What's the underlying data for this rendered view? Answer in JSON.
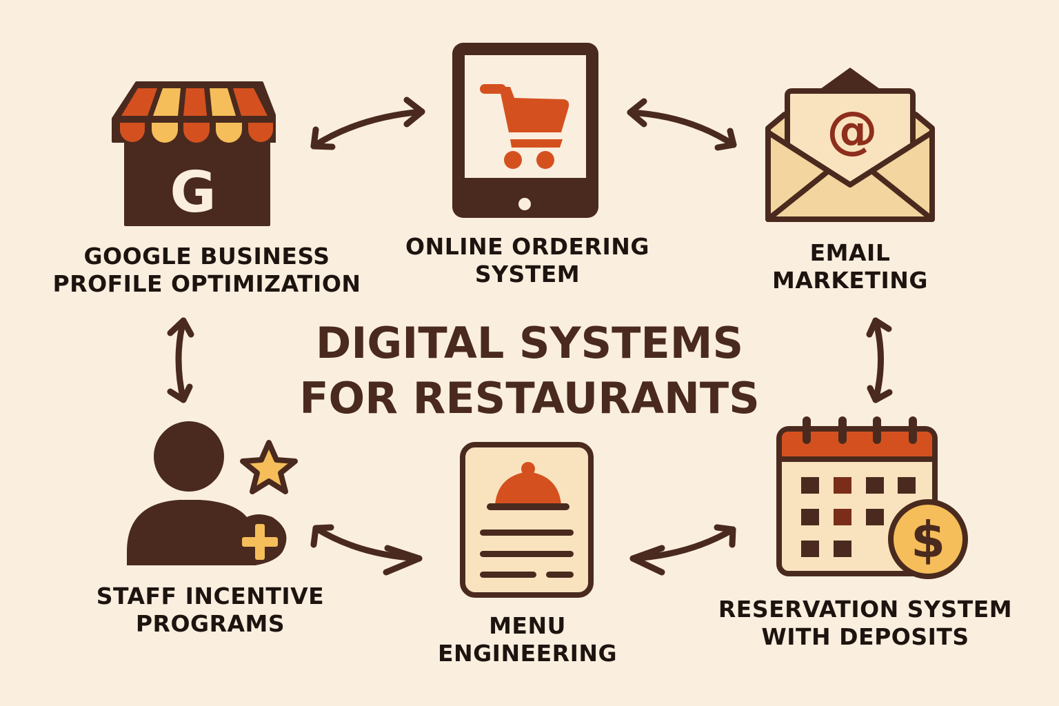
{
  "title": {
    "line1": "DIGITAL SYSTEMS",
    "line2": "FOR RESTAURANTS"
  },
  "colors": {
    "background": "#FAEEDF",
    "dark_brown": "#4A2A1E",
    "orange": "#D4511F",
    "yellow": "#F5BE5A",
    "cream": "#F9E3BF",
    "text": "#1E140F"
  },
  "nodes": [
    {
      "id": "google-business",
      "icon": "storefront-g-icon",
      "glyph": "G",
      "line1": "GOOGLE BUSINESS",
      "line2": "PROFILE OPTIMIZATION"
    },
    {
      "id": "online-ordering",
      "icon": "tablet-cart-icon",
      "line1": "ONLINE ORDERING",
      "line2": "SYSTEM"
    },
    {
      "id": "email-marketing",
      "icon": "envelope-at-icon",
      "glyph": "@",
      "line1": "EMAIL",
      "line2": "MARKETING"
    },
    {
      "id": "staff-incentive",
      "icon": "person-star-plus-icon",
      "line1": "STAFF INCENTIVE",
      "line2": "PROGRAMS"
    },
    {
      "id": "menu-engineering",
      "icon": "menu-cloche-icon",
      "line1": "MENU",
      "line2": "ENGINEERING"
    },
    {
      "id": "reservation-system",
      "icon": "calendar-coin-icon",
      "glyph": "$",
      "line1": "RESERVATION SYSTEM",
      "line2": "WITH DEPOSITS"
    }
  ],
  "connections": [
    {
      "from": "google-business",
      "to": "online-ordering",
      "type": "bidirectional"
    },
    {
      "from": "online-ordering",
      "to": "email-marketing",
      "type": "bidirectional"
    },
    {
      "from": "email-marketing",
      "to": "reservation-system",
      "type": "bidirectional"
    },
    {
      "from": "reservation-system",
      "to": "menu-engineering",
      "type": "bidirectional"
    },
    {
      "from": "menu-engineering",
      "to": "staff-incentive",
      "type": "bidirectional"
    },
    {
      "from": "staff-incentive",
      "to": "google-business",
      "type": "bidirectional"
    }
  ]
}
